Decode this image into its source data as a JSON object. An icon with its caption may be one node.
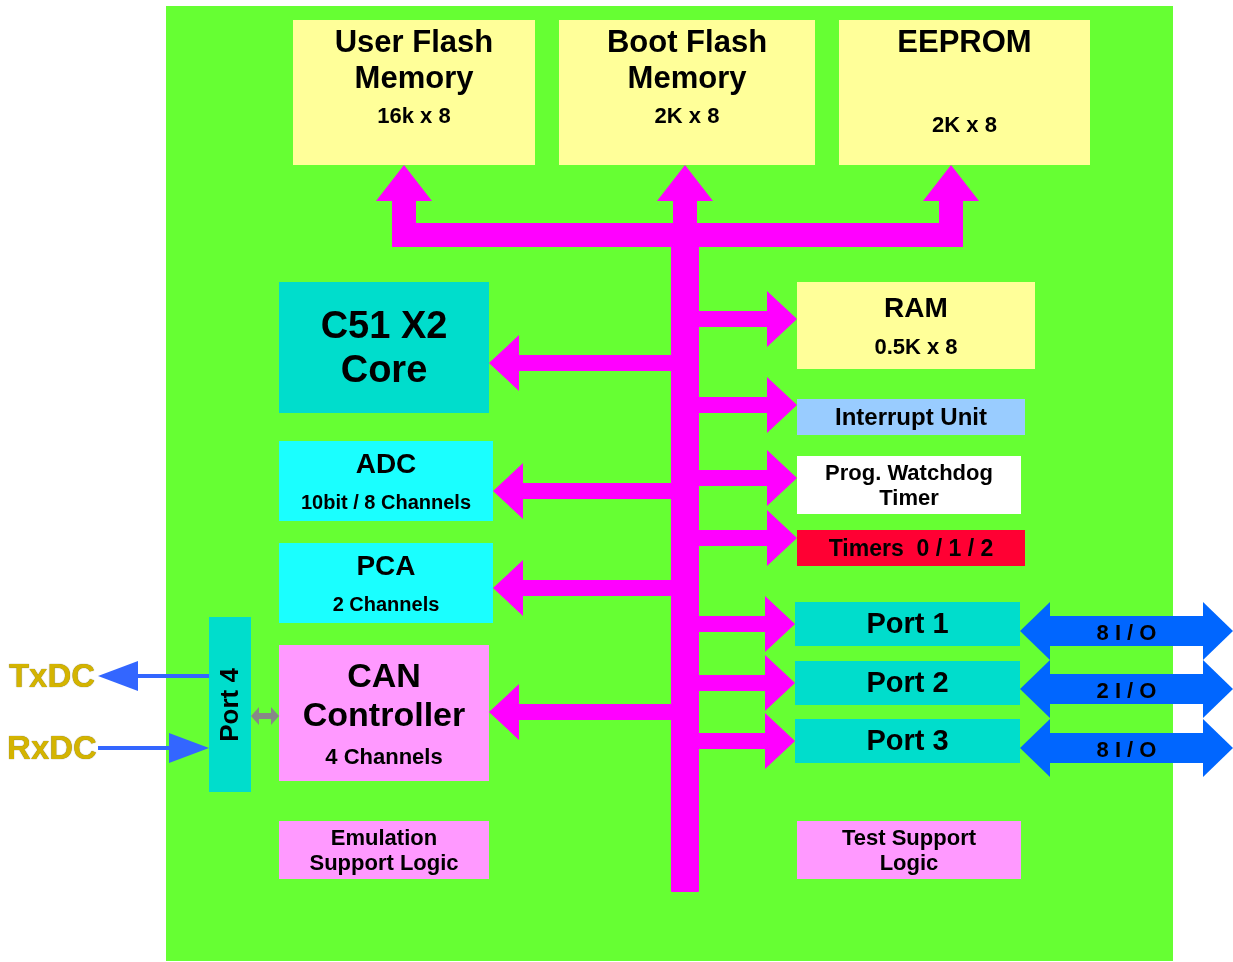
{
  "diagram": {
    "nodes": [
      {
        "text": [],
        "shape": "box"
      },
      {
        "text": [
          "User Flash Memory",
          "16k x 8"
        ],
        "in": 0
      },
      {
        "text": [
          "Boot Flash Memory",
          "2K x 8"
        ],
        "in": 0
      },
      {
        "text": [
          "EEPROM",
          "2K x 8"
        ],
        "in": 0
      },
      {
        "text": [],
        "shape": "bar",
        "in": 0
      },
      {
        "text": [
          "C51 X2 Core"
        ],
        "in": 0
      },
      {
        "text": [
          "RAM",
          "0.5K x 8"
        ],
        "in": 0
      },
      {
        "text": [
          "Interrupt Unit"
        ],
        "in": 0
      },
      {
        "text": [
          "ADC",
          "10bit / 8 Channels"
        ],
        "in": 0
      },
      {
        "text": [
          "Prog. Watchdog Timer"
        ],
        "in": 0
      },
      {
        "text": [
          "Timers  0 / 1 / 2"
        ],
        "in": 0
      },
      {
        "text": [
          "PCA",
          "2 Channels"
        ],
        "in": 0
      },
      {
        "text": [
          "Port 1"
        ],
        "in": 0
      },
      {
        "text": [
          "Port 2"
        ],
        "in": 0
      },
      {
        "text": [
          "Port 3"
        ],
        "in": 0
      },
      {
        "text": [
          "Port 4"
        ],
        "in": 0
      },
      {
        "text": [
          "CAN Controller",
          "4 Channels"
        ],
        "in": 0
      },
      {
        "text": [
          "Emulation Support Logic"
        ],
        "in": 0
      },
      {
        "text": [
          "Test Support Logic"
        ],
        "in": 0
      },
      {
        "text": [
          "TxDC"
        ]
      },
      {
        "text": [
          "RxDC"
        ]
      }
    ],
    "edges": [
      {
        "from": 4,
        "to": 1,
        "arrow": "to"
      },
      {
        "from": 4,
        "to": 2,
        "arrow": "to"
      },
      {
        "from": 4,
        "to": 3,
        "arrow": "to"
      },
      {
        "from": 4,
        "to": 6,
        "arrow": "to"
      },
      {
        "from": 4,
        "to": 5,
        "arrow": "to"
      },
      {
        "from": 4,
        "to": 7,
        "arrow": "to"
      },
      {
        "from": 4,
        "to": 8,
        "arrow": "to"
      },
      {
        "from": 4,
        "to": 9,
        "arrow": "to"
      },
      {
        "from": 4,
        "to": 10,
        "arrow": "to"
      },
      {
        "from": 4,
        "to": 11,
        "arrow": "to"
      },
      {
        "from": 4,
        "to": 12,
        "arrow": "to"
      },
      {
        "from": 4,
        "to": 13,
        "arrow": "to"
      },
      {
        "from": 4,
        "to": 14,
        "arrow": "to"
      },
      {
        "from": 4,
        "to": 16,
        "arrow": "to"
      },
      {
        "from": 12,
        "to": null,
        "arrow": "both",
        "label": "8 I / O",
        "style": "thick",
        "color": "#0066ff"
      },
      {
        "from": 13,
        "to": null,
        "arrow": "both",
        "label": "2 I / O",
        "style": "thick",
        "color": "#0066ff"
      },
      {
        "from": 14,
        "to": null,
        "arrow": "both",
        "label": "8 I / O",
        "style": "thick",
        "color": "#0066ff"
      },
      {
        "from": 15,
        "to": 19,
        "arrow": "to",
        "color": "#3366ff"
      },
      {
        "from": 20,
        "to": 15,
        "arrow": "to",
        "color": "#3366ff"
      },
      {
        "from": 15,
        "to": 16,
        "arrow": "both",
        "color": "#888888"
      }
    ]
  }
}
